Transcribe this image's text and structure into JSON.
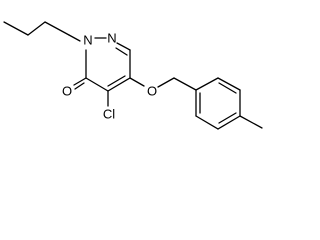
{
  "molecule": {
    "atom_labels": {
      "n1": "N",
      "n2": "N",
      "o_carbonyl": "O",
      "o_ether": "O",
      "cl": "Cl"
    }
  }
}
